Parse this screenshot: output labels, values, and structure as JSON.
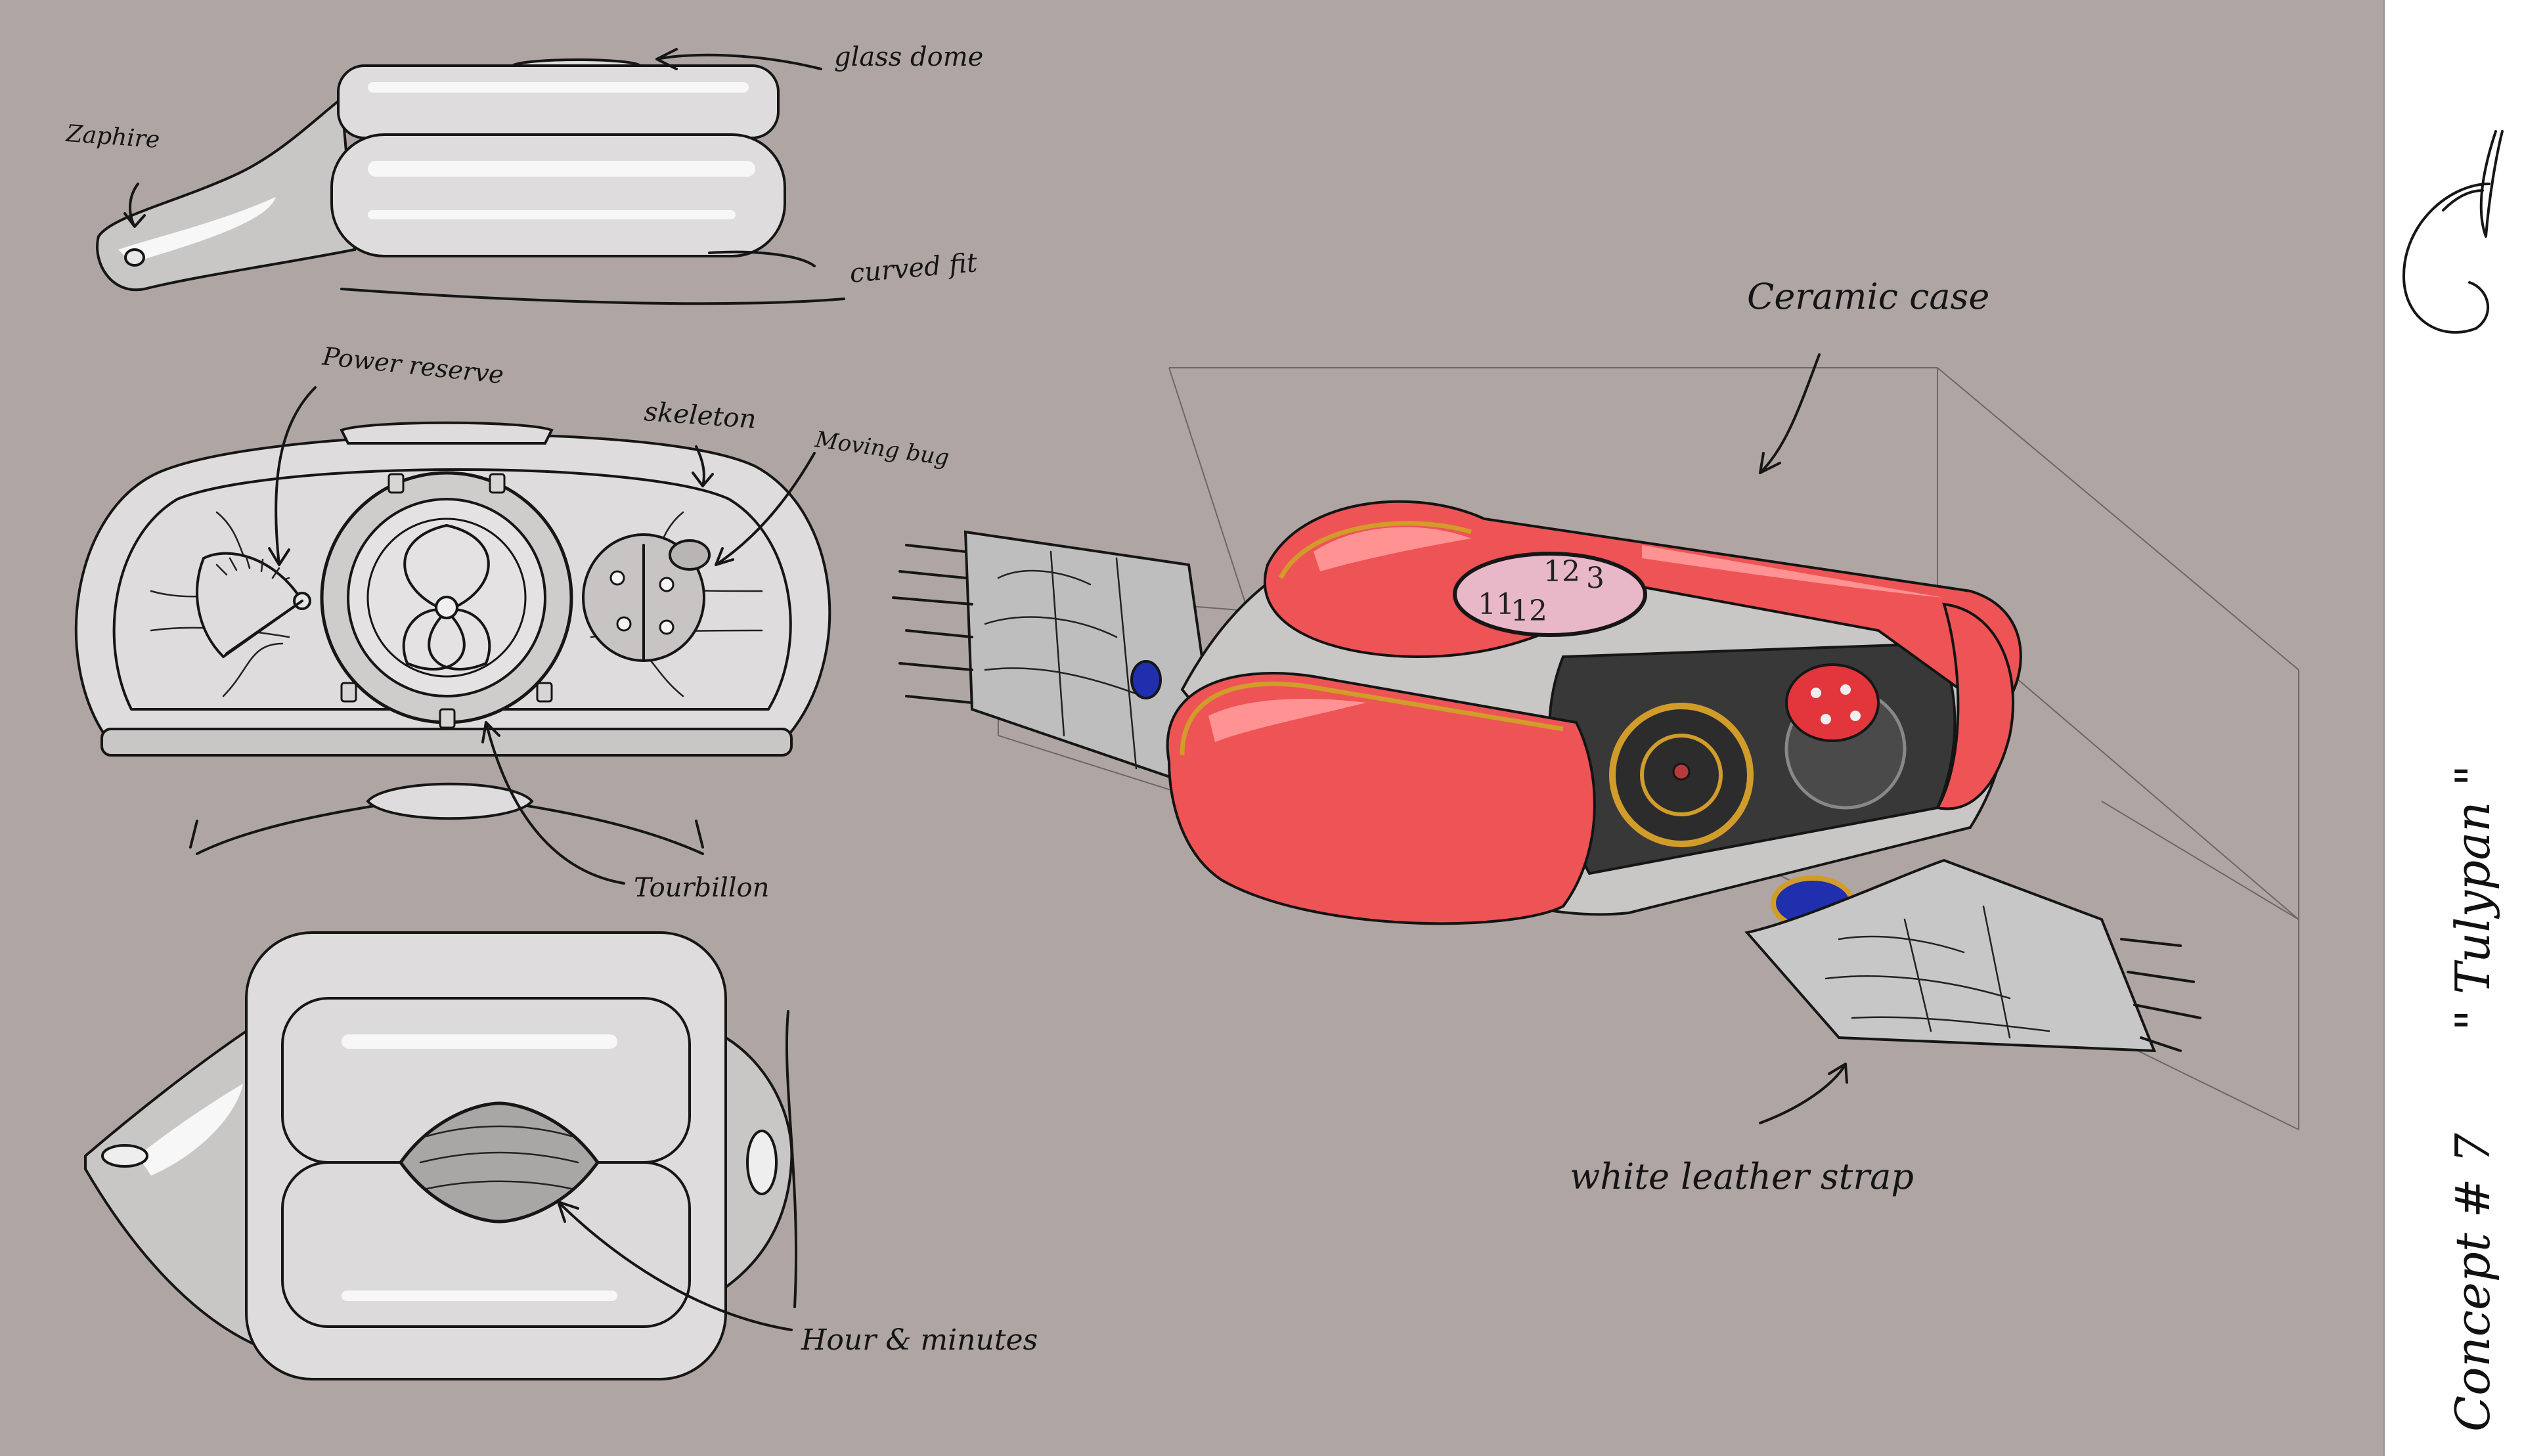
{
  "labels": {
    "glass_dome": "glass dome",
    "zaphire": "Zaphire",
    "curved_fit": "curved fit",
    "power_reserve": "Power reserve",
    "skeleton": "skeleton",
    "moving_bug": "Moving bug",
    "tourbillon": "Tourbillon",
    "hour_minutes": "Hour & minutes",
    "ceramic_case": "Ceramic case",
    "white_leather_strap": "white leather strap"
  },
  "dial_numbers": {
    "twelve_a": "12",
    "twelve_b": "12",
    "three": "3",
    "eleven": "11"
  },
  "sidebar": {
    "watch_name": "\" Tulypan \"",
    "concept_label": "Concept # 7"
  },
  "colors": {
    "background": "#afa6a4",
    "sidebar": "#ffffff",
    "case_red": "#ee5355",
    "accent_gold": "#d19c2a",
    "sapphire_blue": "#1f2fae",
    "ink": "#161616"
  }
}
